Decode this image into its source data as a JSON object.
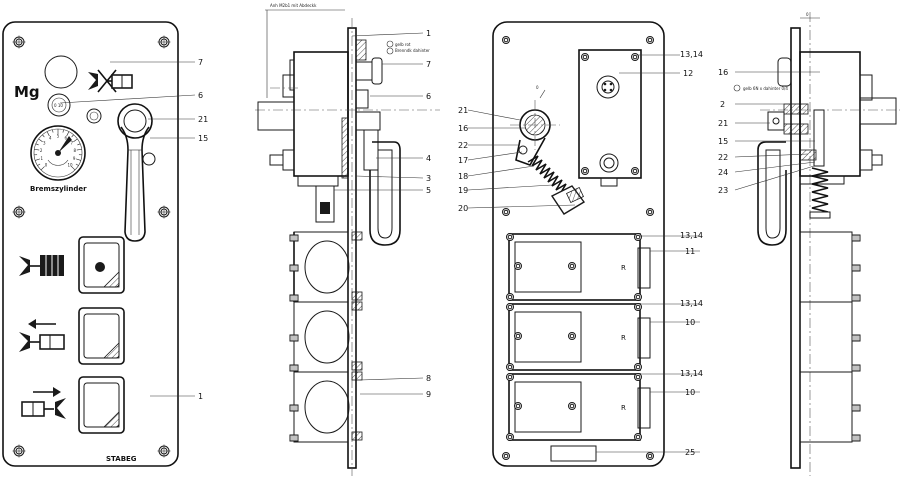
{
  "front_panel": {
    "mg_label": "Mg",
    "gauge_label": "Bremszylinder",
    "brand_label": "STABEG",
    "gauge_ticks": [
      "0",
      "1",
      "2",
      "3",
      "4",
      "5",
      "6",
      "7",
      "8",
      "9",
      "10"
    ]
  },
  "callouts": {
    "front": [
      "7",
      "6",
      "21",
      "15",
      "1"
    ],
    "side_left": [
      "1",
      "7",
      "6",
      "4",
      "3",
      "5",
      "8",
      "9"
    ],
    "rear": [
      "13,14",
      "12",
      "21",
      "16",
      "22",
      "17",
      "18",
      "19",
      "20",
      "13,14",
      "11",
      "13,14",
      "10",
      "13,14",
      "10",
      "25"
    ],
    "side_right": [
      "16",
      "2",
      "21",
      "15",
      "22",
      "24",
      "23"
    ]
  },
  "table_letter": "R",
  "small_notes": {
    "left_a": "Anh M2b1 mit Abdeckk",
    "left_b": "gelb rot",
    "left_c": "Brenndk dahinter",
    "right_a": "gelb 6N x dahinter 0/4",
    "right_b": "0"
  }
}
